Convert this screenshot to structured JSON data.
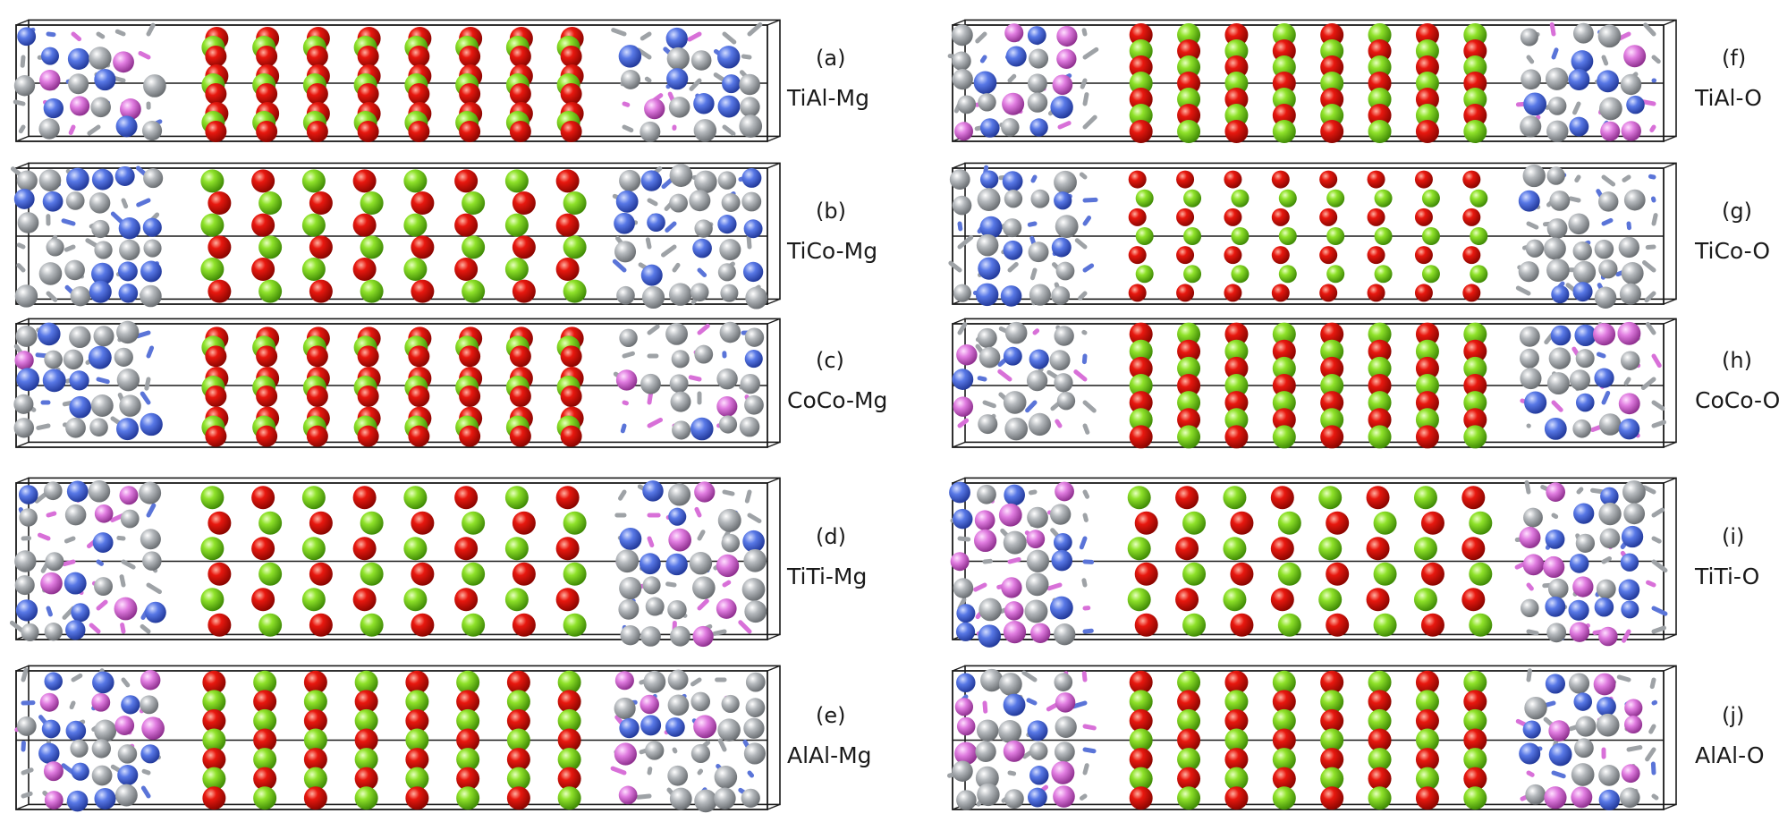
{
  "colors": {
    "green_atom": "#7dd61e",
    "red_atom": "#e0160f",
    "gray_atom": "#a9adb1",
    "blue_atom": "#4f6fe0",
    "pink_atom": "#dc72dc",
    "frame": "#1a1a1a"
  },
  "panels": [
    {
      "id": "a",
      "letter": "(a)",
      "label": "TiAl-Mg",
      "side": "left",
      "row": 0,
      "middle": "alternating-pairs",
      "ends": "blue-pink-gray"
    },
    {
      "id": "b",
      "letter": "(b)",
      "label": "TiCo-Mg",
      "side": "left",
      "row": 1,
      "middle": "green-red-stacks",
      "ends": "blue-gray"
    },
    {
      "id": "c",
      "letter": "(c)",
      "label": "CoCo-Mg",
      "side": "left",
      "row": 2,
      "middle": "alternating-pairs",
      "ends": "blue-pink-gray"
    },
    {
      "id": "d",
      "letter": "(d)",
      "label": "TiTi-Mg",
      "side": "left",
      "row": 3,
      "middle": "green-red-stacks",
      "ends": "gray-blue-pink"
    },
    {
      "id": "e",
      "letter": "(e)",
      "label": "AlAl-Mg",
      "side": "left",
      "row": 4,
      "middle": "dense-columns",
      "ends": "pink-gray-blue"
    },
    {
      "id": "f",
      "letter": "(f)",
      "label": "TiAl-O",
      "side": "right",
      "row": 0,
      "middle": "dense-columns",
      "ends": "blue-pink-gray"
    },
    {
      "id": "g",
      "letter": "(g)",
      "label": "TiCo-O",
      "side": "right",
      "row": 1,
      "middle": "small-columns",
      "ends": "blue-gray"
    },
    {
      "id": "h",
      "letter": "(h)",
      "label": "CoCo-O",
      "side": "right",
      "row": 2,
      "middle": "dense-columns",
      "ends": "blue-pink-gray"
    },
    {
      "id": "i",
      "letter": "(i)",
      "label": "TiTi-O",
      "side": "right",
      "row": 3,
      "middle": "green-red-stacks",
      "ends": "gray-blue-pink"
    },
    {
      "id": "j",
      "letter": "(j)",
      "label": "AlAl-O",
      "side": "right",
      "row": 4,
      "middle": "dense-columns",
      "ends": "pink-gray-blue"
    }
  ]
}
